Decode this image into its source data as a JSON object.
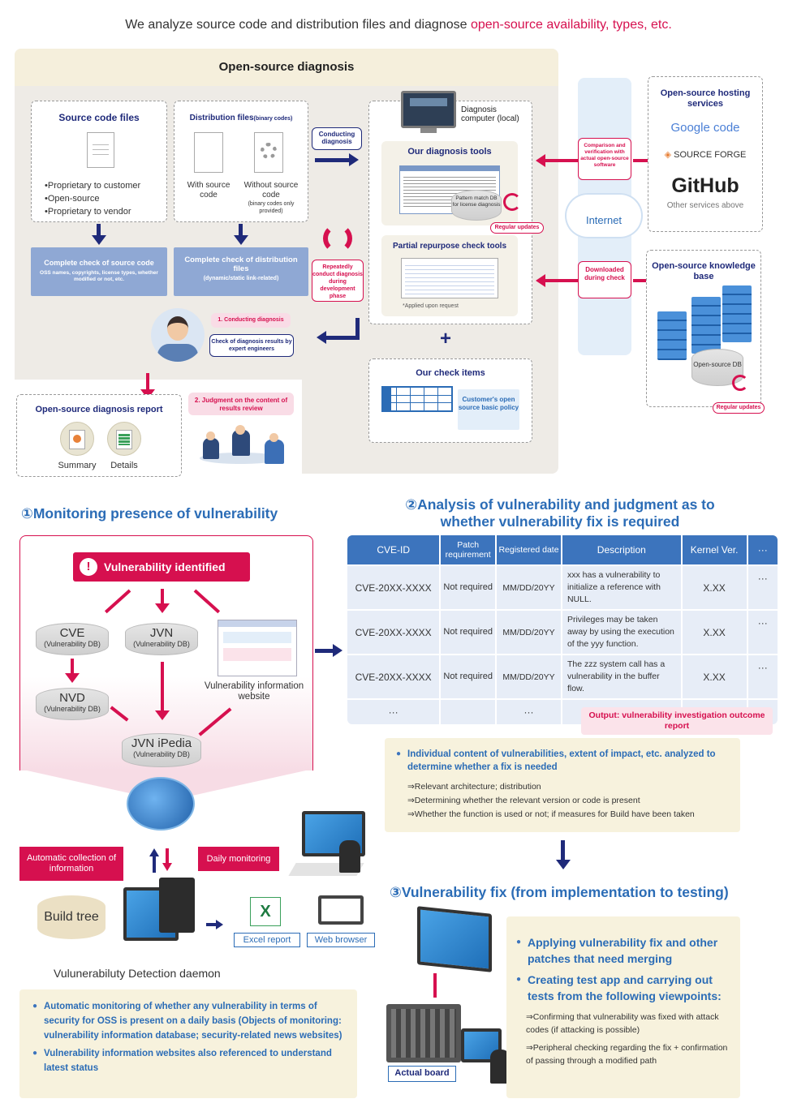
{
  "header": {
    "lead": "We analyze source code and distribution files and diagnose ",
    "highlight": "open-source availability, types, etc."
  },
  "diagnosis": {
    "title": "Open-source diagnosis",
    "source_files": {
      "title": "Source code files",
      "items": [
        "•Proprietary to customer",
        "•Open-source",
        "•Proprietary to vendor"
      ]
    },
    "dist_files": {
      "title": "Distribution files",
      "title_suffix": "(binary codes)",
      "with_source": "With source code",
      "without_source": "Without source code",
      "without_note": "(binary codes only provided)"
    },
    "check_source": {
      "title": "Complete check of source code",
      "note": "OSS names, copyrights, license types, whether modified or not, etc."
    },
    "check_dist": {
      "title": "Complete check of distribution files",
      "note": "(dynamic/static link-related)"
    },
    "conducting": "Conducting diagnosis",
    "repeatedly": "Repeatedly conduct diagnosis during development phase",
    "computer_label": "Diagnosis computer (local)",
    "tools_title": "Our diagnosis tools",
    "pattern_db": "Pattern match DB for license diagnosis",
    "regular_updates": "Regular updates",
    "partial_title": "Partial repurpose check tools",
    "applied": "*Applied upon request",
    "step1": "1. Conducting diagnosis",
    "check_results": "Check of diagnosis results by expert engineers",
    "plus": "+",
    "check_items_title": "Our check items",
    "policy": "Customer's open source basic policy",
    "report_title": "Open-source diagnosis report",
    "summary": "Summary",
    "details": "Details",
    "step2": "2. Judgment on the content of results review",
    "internet": "Internet",
    "comparison": "Comparison and verification with actual open-source software",
    "downloaded": "Downloaded during check",
    "hosting_title": "Open-source hosting services",
    "google": "Google code",
    "sourceforge": "SOURCE FORGE",
    "github": "GitHub",
    "other_services": "Other services above",
    "knowledge_title": "Open-source knowledge base",
    "os_db": "Open-source DB",
    "regular_updates2": "Regular updates"
  },
  "monitoring": {
    "title": "①Monitoring presence of vulnerability",
    "identified": "Vulnerability identified",
    "cve": "CVE",
    "jvn": "JVN",
    "nvd": "NVD",
    "vuln_db": "(Vulnerability DB)",
    "website": "Vulnerability information website",
    "jvn_ipedia": "JVN iPedia",
    "auto_collect": "Automatic collection of information",
    "daily": "Daily monitoring",
    "build_tree": "Build tree",
    "excel": "Excel report",
    "browser": "Web browser",
    "daemon": "Vulunerabiluty Detection daemon",
    "bullets": [
      "Automatic monitoring of whether any vulnerability in terms of security for OSS is present on a daily basis (Objects of monitoring: vulnerability information database; security-related news websites)",
      "Vulnerability information websites also referenced to understand latest status"
    ]
  },
  "analysis": {
    "title_line1": "②Analysis of vulnerability and judgment as to",
    "title_line2": "whether vulnerability fix is required",
    "columns": [
      "CVE-ID",
      "Patch requirement",
      "Registered date",
      "Description",
      "Kernel Ver.",
      "···"
    ],
    "rows": [
      [
        "CVE-20XX-XXXX",
        "Not required",
        "MM/DD/20YY",
        "xxx has a vulnerability to initialize a reference with NULL.",
        "X.XX",
        "···"
      ],
      [
        "CVE-20XX-XXXX",
        "Not required",
        "MM/DD/20YY",
        "Privileges may be taken away by using the execution of the yyy function.",
        "X.XX",
        "···"
      ],
      [
        "CVE-20XX-XXXX",
        "Not required",
        "MM/DD/20YY",
        "The zzz system call has a vulnerability in the buffer flow.",
        "X.XX",
        "···"
      ]
    ],
    "ellipsis": "···",
    "output": "Output: vulnerability investigation outcome report",
    "note_lead": "Individual content of vulnerabilities, extent of impact, etc. analyzed to determine whether a fix is needed",
    "note_items": [
      "⇒Relevant architecture; distribution",
      "⇒Determining whether the relevant version or code is present",
      "⇒Whether the function is used or not; if measures for Build have been taken"
    ]
  },
  "fix": {
    "title": "③Vulnerability fix (from implementation to testing)",
    "actual_board": "Actual board",
    "bullet1": "Applying vulnerability fix and other patches that need merging",
    "bullet2": "Creating test app and carrying out tests from the following viewpoints:",
    "sub1": "⇒Confirming that vulnerability was fixed with attack codes (if attacking is possible)",
    "sub2": "⇒Peripheral checking regarding the fix + confirmation of passing through a modified path"
  },
  "colors": {
    "navy": "#1f2a7a",
    "pink": "#d6104f",
    "blue": "#2b6cb6",
    "cream": "#f7f2dd"
  }
}
